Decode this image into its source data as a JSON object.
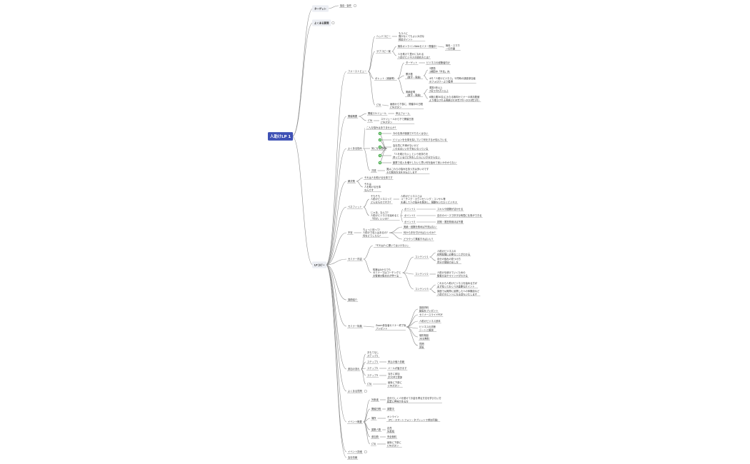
{
  "mindmap": {
    "root": "人助けLP 1",
    "target": {
      "label": "ターゲット",
      "child": "独自・製作"
    },
    "faq_top": "よくある質問",
    "lp_copy": "LPコピー",
    "first_view": {
      "label": "ファーストビュー",
      "head_copy": {
        "label": "ヘッドコピー",
        "child": [
          "もう人に",
          "聞かなくてもよい大切な",
          "相談ポイント"
        ]
      },
      "sub_copy": {
        "label": "サブコピー案",
        "items": [
          {
            "text": "無料オンラインWebセミナー開催中!",
            "child": [
              "無料・スマホ",
              "一切不要"
            ]
          },
          {
            "text": [
              "人を助けて豊かになれる",
              "人助けビジネスの始め方とは?"
            ]
          }
        ]
      },
      "bullets": {
        "label": "ボレット（実績等）",
        "items": [
          {
            "k": "ターゲット",
            "v": "ビジネスの経験者向け"
          },
          {
            "k": [
              "累計数",
              "（数字・実績）"
            ],
            "v": [
              [
                "3業態",
                "1期間中「半年」内"
              ],
              [
                "4代「人助けビジネス」や同時の講座参加者",
                "のフォロワーより獲得"
              ]
            ]
          },
          {
            "k": [
              "実績証明",
              "（数字・実績）"
            ],
            "v": [
              [
                "運営4年以上",
                "3名で月5万+以上"
              ],
              [
                "6期(1期30名)にわたる無料セミナーの参加数値",
                "より確立される実績(2016年7月〜2018年1月)"
              ]
            ]
          }
        ]
      },
      "cta": {
        "label": "CTA",
        "child": [
          "画面から下部に、開催中の日程",
          "CTAボタン"
        ]
      }
    },
    "schedule": {
      "label": "開催概要",
      "items": [
        {
          "k": "開催スケジュール",
          "v": "申込フォーム"
        },
        {
          "k": "CTA",
          "v": [
            "スケジュールから下で開催日選",
            "CTAボタン"
          ]
        }
      ]
    },
    "faq": {
      "label": "よくある悩み",
      "lead": "こんな悩みはありませんか?",
      "problem": {
        "label": "気になる悩み",
        "items": [
          "今の仕事が面倒でやりたくはない",
          "ビジョンを仕事を探していて何をするか悩んでいる",
          [
            "会社員に不満がないけど",
            "このままいいか不安になっている"
          ],
          [
            "「人を助けたい」という気持ちを",
            "持っているけど何をしたらいいか分からない"
          ],
          "副業で収入を増やしたいと思い何を始めて良いか分からない"
        ]
      },
      "answer": {
        "label": "共感",
        "child": [
          "実はこれらの悩みを持つ方は多いのです",
          "その解決方法をお伝えします"
        ]
      }
    },
    "solution": {
      "label": "解決策",
      "items": [
        "それは人を助ける仕事です",
        [
          "それは",
          "人を助ける仕事",
          "なんです"
        ]
      ]
    },
    "benefit": {
      "label": "ベネフィット",
      "groups": [
        {
          "lead": [
            "そもそも",
            "人助けビジネスって",
            "どんなものですか?"
          ],
          "items": [
            [
              "人助けビジネスとは",
              "コーチング・カウンセリング・コンサル等",
              "を通して人の悩みを解決し、報酬をいただくビジネス"
            ]
          ]
        },
        {
          "lead": [
            "じゃあ、なんで?",
            "人助けビジネスを始めると",
            "「何が」いいの?"
          ],
          "items": [
            {
              "k": "ポイント1",
              "v": "スキルや経験が活かせる"
            },
            {
              "k": "ポイント2",
              "v": "自分のペースで好きな時間に仕事ができる"
            },
            {
              "k": "ポイント3",
              "v": "初期・運営費用ほぼ不要"
            }
          ]
        }
      ]
    },
    "concern": {
      "label": "不安",
      "lead": [
        "ちょっと待って!",
        "人助けで収入はあるの?",
        "何をどうしたら?"
      ],
      "items": [
        "実績・経験を積めば不安はない",
        "何から手を付ければいいのか?",
        "どうやって集客すればいい?"
      ]
    },
    "seminar": {
      "label": "セミナー内容",
      "lead": "「それは人に聞いてはいけない」",
      "sub": [
        "知識は0からでも",
        "セミナーではコーチングと",
        "お客様の集め方が学べる"
      ],
      "contents": [
        {
          "k": "コンテンツ1",
          "v": [
            [
              "人助けビジネスの",
              "初期段階に必要なことがわかる"
            ],
            [
              "自分の強みの見つけ方",
              "自分の価値の出し方"
            ]
          ]
        },
        {
          "k": "コンテンツ2",
          "v": [
            [
              "人助けを続けていくための",
              "集客方法やマインドがわかる"
            ]
          ]
        },
        {
          "k": "コンテンツ3",
          "v": [
            [
              "これから人助けビジネスを始める方が",
              "まず知っておくべき重要なポイント"
            ],
            [
              "講座では実際に起業した人の体験談など",
              "人助けのヒントになる話もいたします"
            ]
          ]
        }
      ]
    },
    "speaker": "講師紹介",
    "seminar_benefit": {
      "label": "セミナー特典",
      "lead": [
        "Zoom参加者セミナー終了後",
        "プレゼント"
      ],
      "items": [
        [
          "講座資料",
          "動画をプレゼント"
        ],
        "セミナースライドPDF",
        "人助けビジネス読本",
        [
          "ビジネスの診断",
          "シートと解説"
        ],
        [
          "個別相談",
          "30分無料"
        ],
        [
          "質問",
          "回答"
        ]
      ]
    },
    "flow": {
      "label": "参加の流れ",
      "items": [
        {
          "k": [
            "おもてなし",
            "ステップ1"
          ],
          "v": ""
        },
        {
          "k": "ステップ1",
          "v": "申込の個人情報"
        },
        {
          "k": "ステップ2",
          "v": "メールが届きます"
        },
        {
          "k": "ステップ3",
          "v": [
            "当日に参加",
            "ZOOMで参加"
          ]
        },
        {
          "k": "CTA",
          "v": [
            "最後に下部に",
            "CTAボタン"
          ]
        }
      ]
    },
    "faq_bottom": "よくある質問",
    "event": {
      "label": "イベント概要",
      "items": [
        {
          "k": "対象者",
          "v": [
            "自分らしく人を助けてお金を得る方法を学びたい方",
            "起業に興味がある方"
          ]
        },
        {
          "k": "開催日程",
          "v": "調整中"
        },
        {
          "k": "場所",
          "v": [
            "オンライン",
            "（PC・スマートフォン・タブレットで参加可能）"
          ]
        },
        {
          "k": "募集人数",
          "v": [
            "定員",
            "先着順"
          ]
        },
        {
          "k": "参加費",
          "v": "完全無料"
        },
        {
          "k": "CTA",
          "v": [
            "最後に下部に",
            "CTAボタン"
          ]
        }
      ]
    },
    "event_detail": "イベント詳細",
    "company": "会社情報"
  }
}
